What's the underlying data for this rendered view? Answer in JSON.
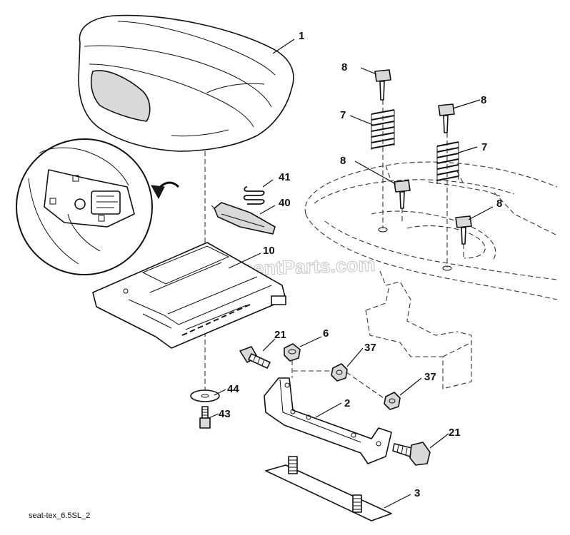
{
  "diagram": {
    "watermark": "eReplacementParts.com",
    "reference_code": "seat-tex_6.5SL_2",
    "callouts": {
      "c1": "1",
      "c2": "2",
      "c3": "3",
      "c6": "6",
      "c7a": "7",
      "c7b": "7",
      "c8a": "8",
      "c8b": "8",
      "c8c": "8",
      "c8d": "8",
      "c10": "10",
      "c21a": "21",
      "c21b": "21",
      "c37a": "37",
      "c37b": "37",
      "c40": "40",
      "c41": "41",
      "c43": "43",
      "c44": "44"
    }
  }
}
